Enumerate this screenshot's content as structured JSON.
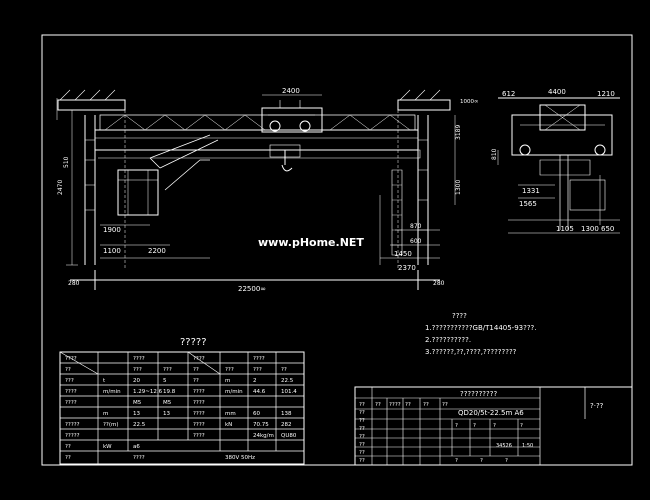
{
  "watermark": "www.pHome.NET",
  "dims": {
    "d2400": "2400",
    "d4400": "4400",
    "d612": "612",
    "d1210": "1210",
    "d1900": "1900",
    "d1100": "1100",
    "d2200": "2200",
    "d22500": "22500∞",
    "d1450": "1450",
    "d2370": "2370",
    "d1331": "1331",
    "d1565": "1565",
    "d1105": "1105",
    "d1300": "1300",
    "d650": "650",
    "d870": "870",
    "d600": "600",
    "d280a": "280",
    "d280b": "280",
    "d2470": "2470",
    "d510": "510",
    "d3189": "3189",
    "d1300v": "1300",
    "d810": "810",
    "d1000": "1000∞"
  },
  "spec_title": "?????",
  "notes": {
    "heading": "????",
    "n1": "1.???????????GB/T14405-93???.",
    "n2": "2.??????????.",
    "n3": "3.??????,??,????,?????????"
  },
  "spec_table": {
    "rows": [
      [
        "????",
        "",
        "????",
        "",
        "????",
        "",
        "????",
        ""
      ],
      [
        "??",
        "",
        "???",
        "???",
        "??",
        "???",
        "???",
        "??"
      ],
      [
        "???",
        "t",
        "20",
        "5",
        "??",
        "m",
        "2",
        "22.5"
      ],
      [
        "????",
        "m/min",
        "1.29~12.6",
        "19.8",
        "????",
        "m/min",
        "44.6",
        "101.4"
      ],
      [
        "????",
        "",
        "M5",
        "M5",
        "????",
        "",
        "",
        ""
      ],
      [
        "",
        "m",
        "13",
        "13",
        "????",
        "mm",
        "60",
        "138"
      ],
      [
        "?????",
        "??(m)",
        "22.5",
        "",
        "????",
        "kN",
        "70.75",
        "282"
      ],
      [
        "?????",
        "",
        "",
        "",
        "????",
        "",
        "24kg/m",
        "QU80"
      ],
      [
        "??",
        "kW",
        "a6",
        "",
        "",
        "",
        "",
        ""
      ],
      [
        "??",
        "",
        "????",
        "",
        "",
        "380V  50Hz",
        "",
        ""
      ]
    ]
  },
  "title_block": {
    "name": "??????????",
    "model": "QD20/5t-22.5m A6",
    "side_title": "?·??",
    "row_labels": [
      "??",
      "??",
      "??",
      "??",
      "??",
      "??",
      "??",
      "??"
    ],
    "mid_labels": [
      "??",
      "????",
      "??",
      "??",
      "??"
    ],
    "right_labels": [
      "?",
      "?",
      "?",
      "?"
    ],
    "num1": "34526",
    "num2": "1:50",
    "bottom": [
      "?",
      "?",
      "?"
    ]
  }
}
